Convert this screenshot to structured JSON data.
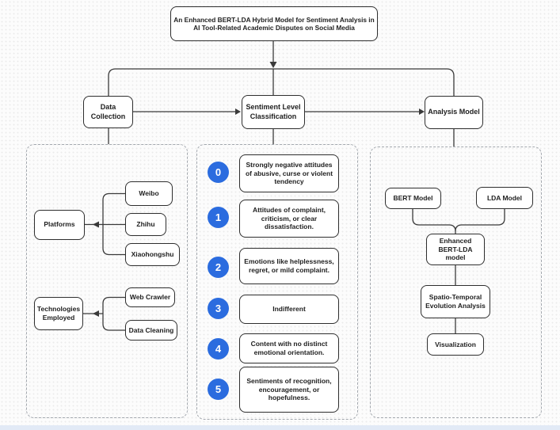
{
  "title": "An Enhanced BERT-LDA Hybrid Model for Sentiment Analysis in AI Tool-Related Academic Disputes on Social Media",
  "flow": {
    "data_collection": "Data Collection",
    "sentiment_classification": "Sentiment Level Classification",
    "analysis_model": "Analysis Model"
  },
  "data_collection_panel": {
    "platforms": {
      "label": "Platforms",
      "items": [
        "Weibo",
        "Zhihu",
        "Xiaohongshu"
      ]
    },
    "technologies": {
      "label": "Technologies Employed",
      "items": [
        "Web Crawler",
        "Data Cleaning"
      ]
    }
  },
  "sentiment_levels": [
    {
      "level": "0",
      "description": "Strongly negative attitudes of abusive, curse or violent tendency"
    },
    {
      "level": "1",
      "description": "Attitudes of complaint, criticism, or clear dissatisfaction."
    },
    {
      "level": "2",
      "description": "Emotions like helplessness, regret, or mild complaint."
    },
    {
      "level": "3",
      "description": "Indifferent"
    },
    {
      "level": "4",
      "description": "Content with no distinct emotional orientation."
    },
    {
      "level": "5",
      "description": "Sentiments of recognition, encouragement, or hopefulness."
    }
  ],
  "analysis_panel": {
    "bert": "BERT Model",
    "lda": "LDA Model",
    "enhanced": "Enhanced BERT-LDA model",
    "spatio_temporal": "Spatio-Temporal Evolution Analysis",
    "visualization": "Visualization"
  },
  "colors": {
    "level_badge": "#2b6cdf",
    "box_border": "#2e2e2e",
    "container_border": "#a3a8ae",
    "connector": "#3a3a3a"
  }
}
